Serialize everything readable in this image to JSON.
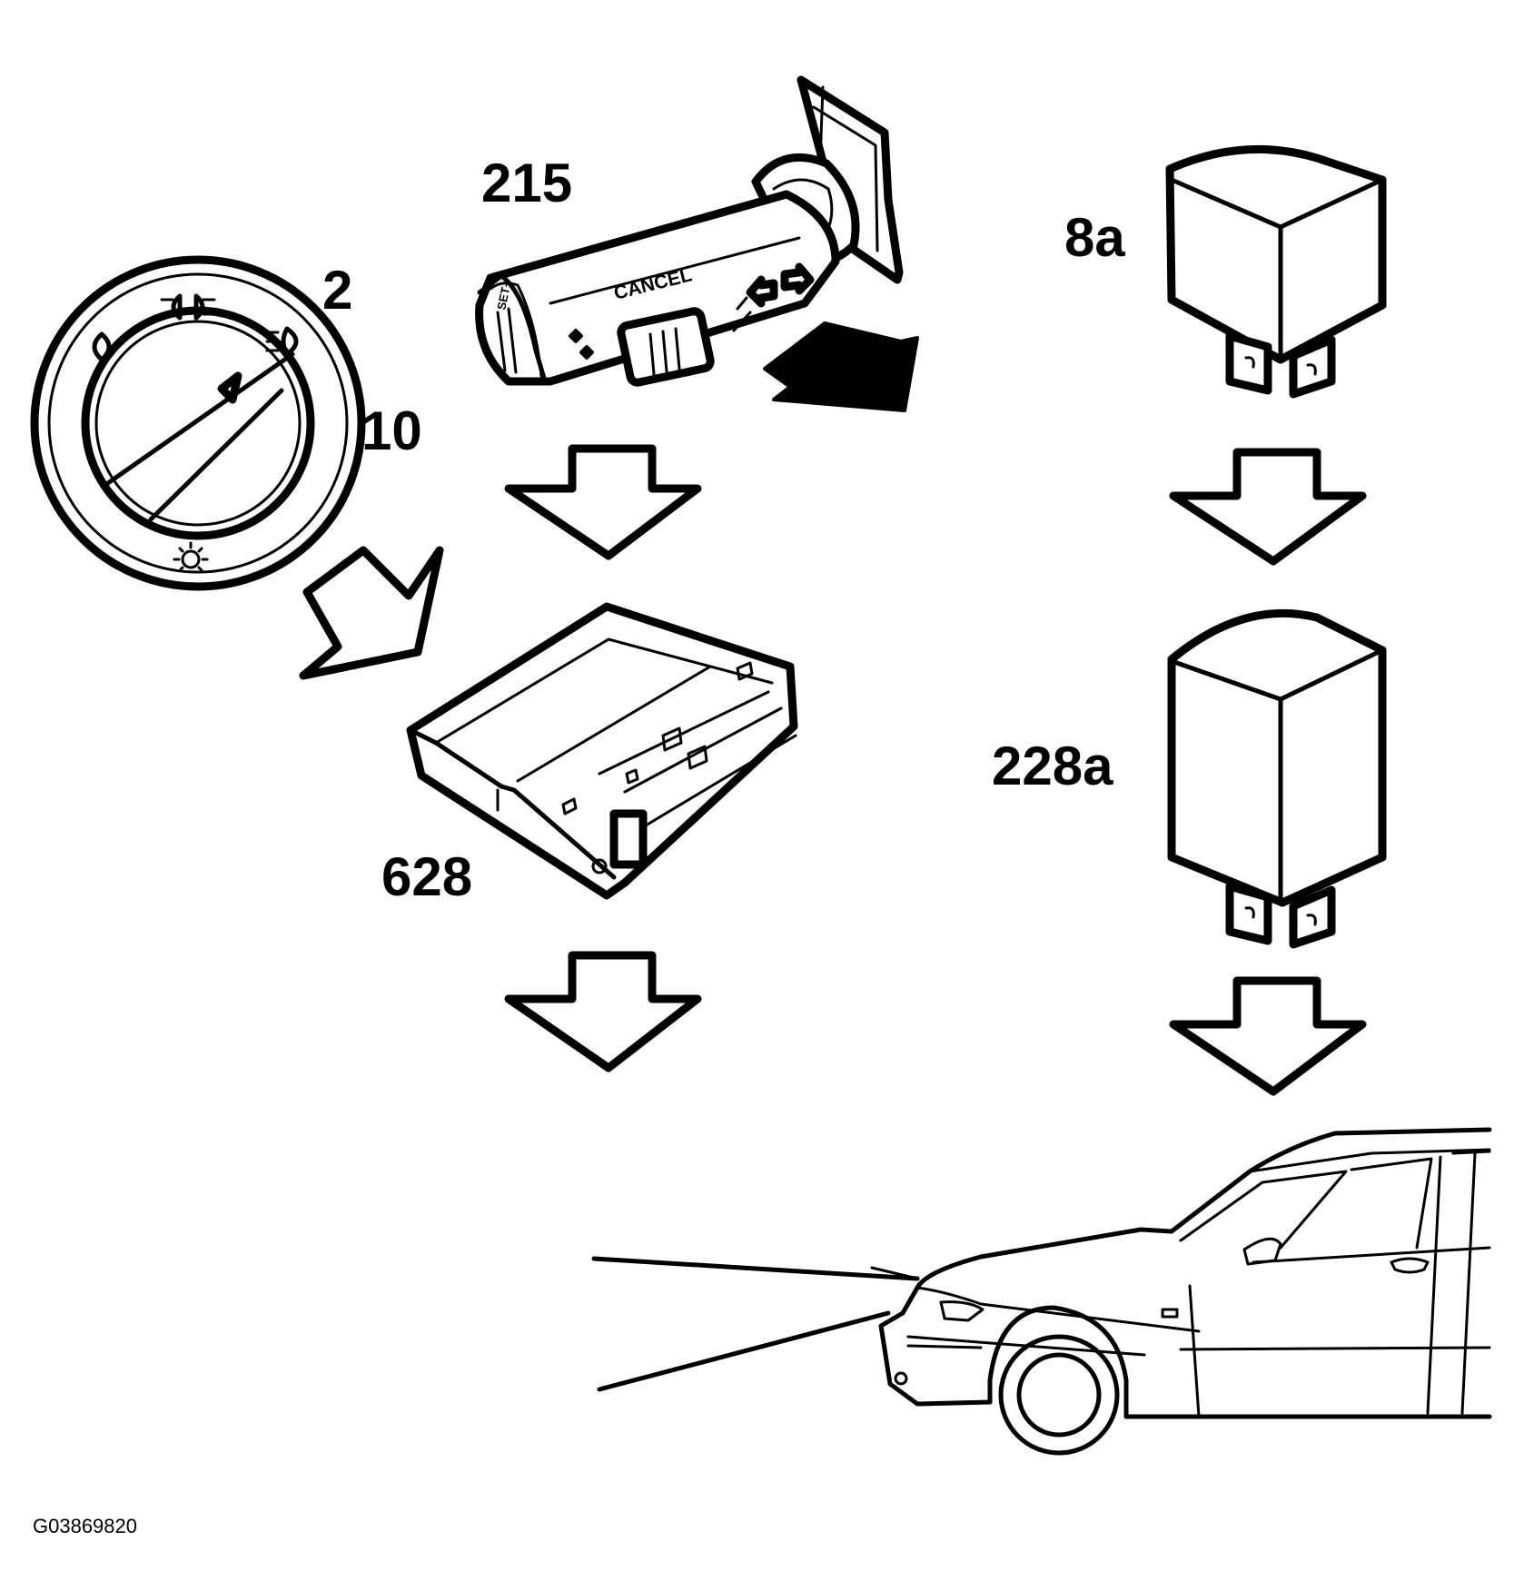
{
  "labels": {
    "switch_215": "215",
    "knob_2": "2",
    "knob_10": "10",
    "module_628": "628",
    "relay_8a": "8a",
    "relay_228a": "228a"
  },
  "stalk_text": {
    "cancel": "CANCEL",
    "set": "SET+"
  },
  "figure_code": "G03869820"
}
